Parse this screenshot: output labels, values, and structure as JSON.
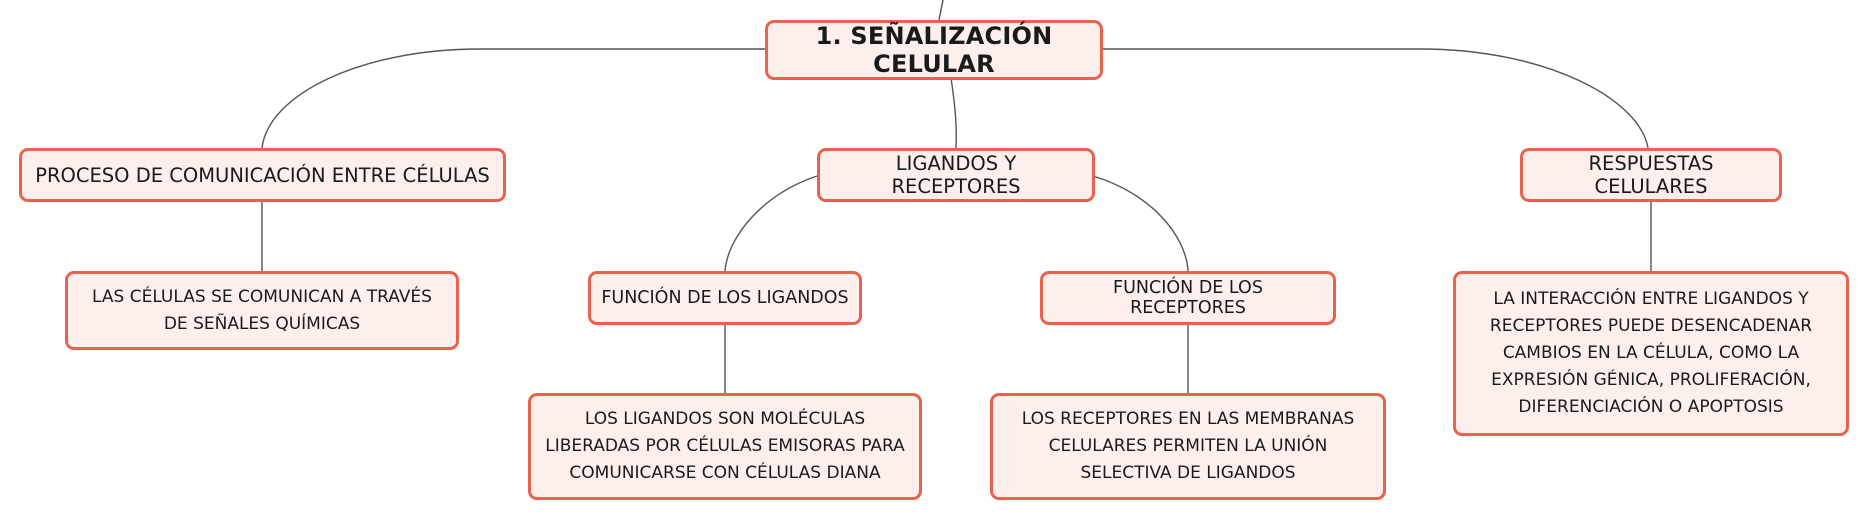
{
  "mindmap": {
    "root": "1. SEÑALIZACIÓN CELULAR",
    "branches": [
      {
        "label": "PROCESO DE COMUNICACIÓN ENTRE CÉLULAS",
        "detail": "LAS CÉLULAS SE COMUNICAN A TRAVÉS DE SEÑALES QUÍMICAS"
      },
      {
        "label": "LIGANDOS Y RECEPTORES",
        "children": [
          {
            "label": "FUNCIÓN DE LOS LIGANDOS",
            "detail": "LOS LIGANDOS SON MOLÉCULAS LIBERADAS POR CÉLULAS EMISORAS PARA COMUNICARSE CON CÉLULAS DIANA"
          },
          {
            "label": "FUNCIÓN DE LOS RECEPTORES",
            "detail": "LOS RECEPTORES EN LAS MEMBRANAS CELULARES PERMITEN LA UNIÓN SELECTIVA DE LIGANDOS"
          }
        ]
      },
      {
        "label": "RESPUESTAS CELULARES",
        "detail": "LA INTERACCIÓN ENTRE LIGANDOS Y RECEPTORES PUEDE DESENCADENAR CAMBIOS EN LA CÉLULA, COMO LA EXPRESIÓN GÉNICA, PROLIFERACIÓN, DIFERENCIACIÓN O APOPTOSIS"
      }
    ]
  },
  "colors": {
    "node_border": "#e8634e",
    "node_fill": "#fdf0ec",
    "connector": "#555555"
  }
}
